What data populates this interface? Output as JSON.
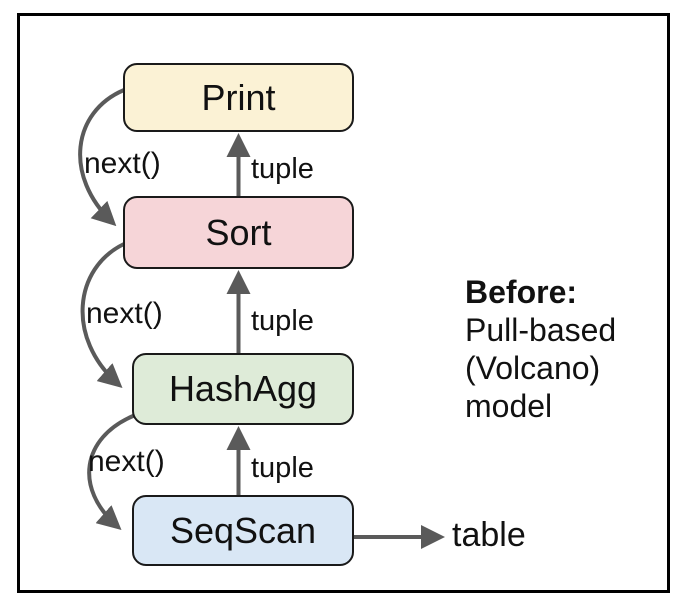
{
  "diagram": {
    "description": "Pull-based (Volcano) query execution pipeline",
    "nodes": [
      {
        "id": "print",
        "label": "Print",
        "fill": "#FBF2D5"
      },
      {
        "id": "sort",
        "label": "Sort",
        "fill": "#F6D5D8"
      },
      {
        "id": "hashagg",
        "label": "HashAgg",
        "fill": "#DEEBD8"
      },
      {
        "id": "seqscan",
        "label": "SeqScan",
        "fill": "#D9E7F5"
      }
    ],
    "edge_labels": {
      "next_calls": [
        "next()",
        "next()",
        "next()"
      ],
      "tuples": [
        "tuple",
        "tuple",
        "tuple"
      ],
      "table": "table"
    },
    "side_note": {
      "title": "Before:",
      "lines": [
        "Pull-based",
        "(Volcano)",
        "model"
      ]
    },
    "colors": {
      "arrow": "#5a5a5a",
      "node_border": "#1a1a1a",
      "frame_border": "#000000",
      "text": "#111111"
    }
  }
}
